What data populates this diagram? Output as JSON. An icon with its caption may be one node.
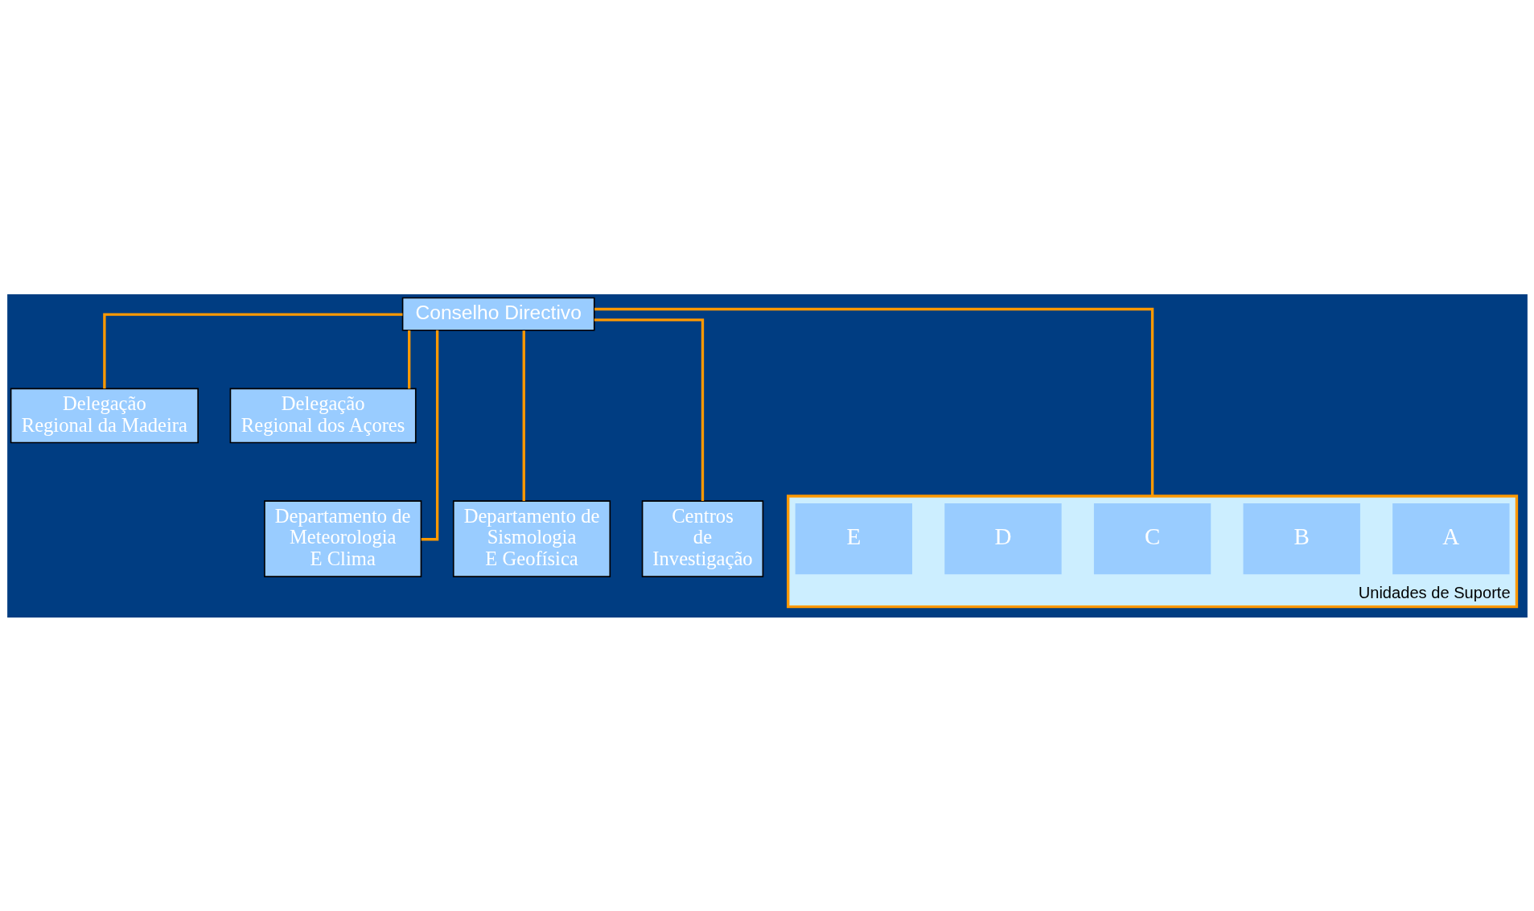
{
  "diagram": {
    "nodes": [
      {
        "text": [
          "Conselho Directivo"
        ]
      },
      {
        "text": [
          "Delegação Regional da Madeira"
        ]
      },
      {
        "text": [
          "Delegação Regional dos Açores"
        ]
      },
      {
        "text": [
          "Departamento de Meteorologia E Clima"
        ]
      },
      {
        "text": [
          "Departamento de Sismologia E Geofísica"
        ]
      },
      {
        "text": [
          "Centros de Investigação"
        ]
      },
      {
        "text": [
          "Unidades de Suporte"
        ]
      },
      {
        "text": [
          "A"
        ],
        "in": 6
      },
      {
        "text": [
          "B"
        ],
        "in": 6
      },
      {
        "text": [
          "C"
        ],
        "in": 6
      },
      {
        "text": [
          "D"
        ],
        "in": 6
      },
      {
        "text": [
          "E"
        ],
        "in": 6
      }
    ],
    "edges": [
      {
        "from": 0,
        "to": 1,
        "arrow": "none"
      },
      {
        "from": 0,
        "to": 2,
        "arrow": "none"
      },
      {
        "from": 0,
        "to": 3,
        "arrow": "none"
      },
      {
        "from": 0,
        "to": 4,
        "arrow": "none"
      },
      {
        "from": 0,
        "to": 5,
        "arrow": "none"
      },
      {
        "from": 0,
        "to": 6,
        "arrow": "none"
      }
    ]
  }
}
